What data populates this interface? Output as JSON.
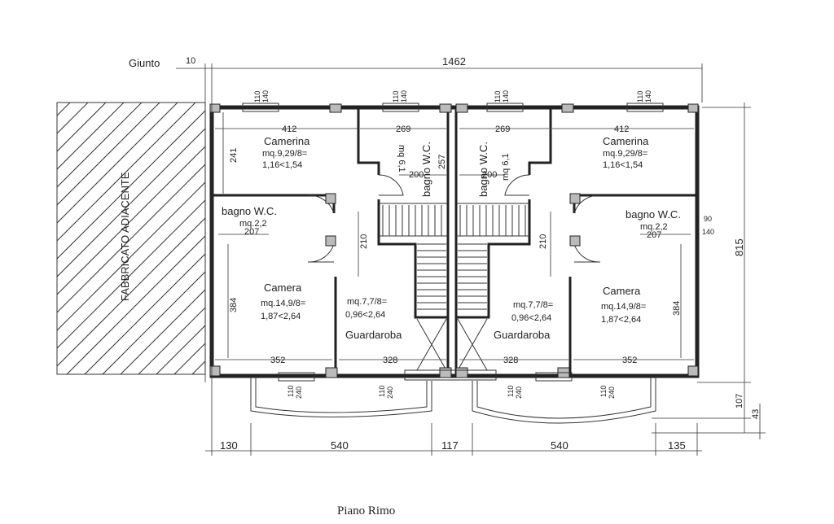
{
  "drawing": {
    "caption": "Piano Rimo",
    "joint_label": "Giunto",
    "adjacent_building": "FABBRICATO ADIACENTE"
  },
  "dimensions": {
    "top_joint": "10",
    "top_total": "1462",
    "right_total": "815",
    "right_balcony": "107",
    "right_small": "43",
    "right_win_a": "90",
    "right_win_b": "140",
    "bottom_left": "130",
    "bottom_span_left": "540",
    "bottom_mid": "117",
    "bottom_span_right": "540",
    "bottom_right": "135"
  },
  "windows": {
    "sill": "110",
    "width_top": "140",
    "width_bottom": "240"
  },
  "rooms": {
    "camerina_name": "Camerina",
    "camerina_area": "mq.9,29/8=",
    "camerina_ratio": "1,16<1,54",
    "camerina_width": "412",
    "camerina_depth": "241",
    "bagno_name": "bagno W.C.",
    "bagno_area": "mq.2,2",
    "bagno_width": "207",
    "bagno_upper_name": "bagno W.C.",
    "bagno_upper_area": "mq 6,1",
    "bagno_upper_width": "269",
    "bagno_upper_depth": "257",
    "bagno_door": "200",
    "camera_name": "Camera",
    "camera_area": "mq.14,9/8=",
    "camera_ratio": "1,87<2,64",
    "camera_width": "352",
    "camera_depth": "384",
    "guardaroba_name": "Guardaroba",
    "guardaroba_area": "mq.7,7/8=",
    "guardaroba_ratio": "0,96<2,64",
    "guardaroba_width": "328",
    "corridor": "210"
  }
}
